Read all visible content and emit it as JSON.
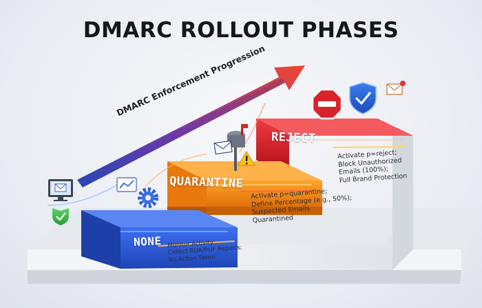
{
  "title": "DMARC ROLLOUT PHASES",
  "progression_label": "DMARC Enforcement Progression",
  "phases": [
    {
      "name": "NONE",
      "color": "#2a5bd7",
      "description": [
        "Monitor Activity;",
        "Collect RUA/RUF Reports;",
        "No Action Taken"
      ]
    },
    {
      "name": "QUARANTINE",
      "color": "#f2890f",
      "description": [
        "Activate p=quarantine;",
        "Define Percentage (e.g., 50%);",
        "Suspected Emails",
        "Quarantined"
      ]
    },
    {
      "name": "REJECT",
      "color": "#d9262e",
      "description": [
        "Activate p=reject;",
        "Block Unauthorized",
        "Emails (100%);",
        "Full Brand Protection"
      ]
    }
  ],
  "icons": [
    "monitor-envelope-icon",
    "shield-check-icon",
    "chart-icon",
    "gear-icon",
    "mailbox-icon",
    "warning-icon",
    "stop-sign-icon",
    "shield-check-icon",
    "envelope-alert-icon"
  ],
  "colors": {
    "arrow_start": "#2d4fc4",
    "arrow_end": "#f0452a",
    "base": "#eef0f4"
  }
}
